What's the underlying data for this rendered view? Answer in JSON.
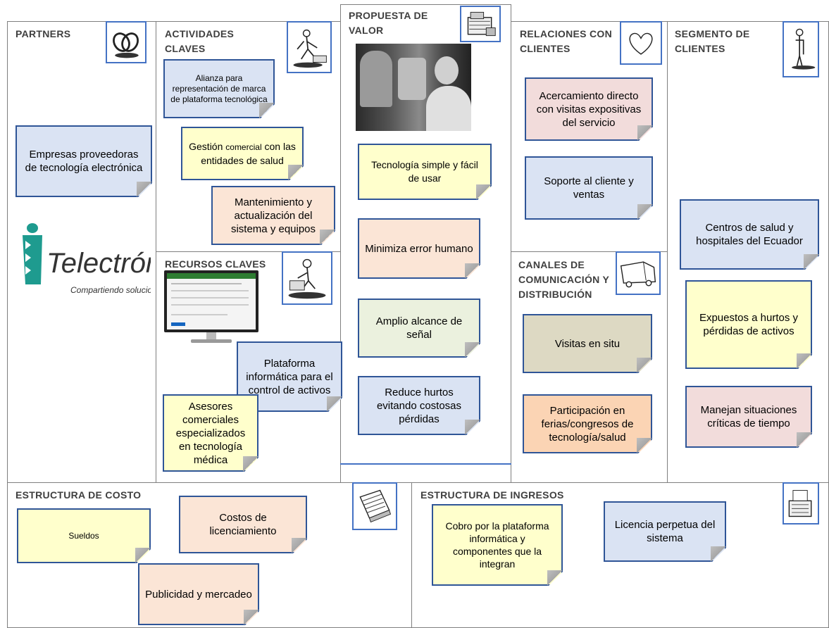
{
  "sections": {
    "partners": "PARTNERS",
    "actividades": [
      "ACTIVIDADES",
      "CLAVES"
    ],
    "propuesta": [
      "PROPUESTA DE",
      "VALOR"
    ],
    "relaciones": [
      "RELACIONES CON",
      "CLIENTES"
    ],
    "segmento": [
      "SEGMENTO DE",
      "CLIENTES"
    ],
    "recursos": "RECURSOS CLAVES",
    "canales": [
      "CANALES DE",
      "COMUNICACIÓN Y",
      "DISTRIBUCIÓN"
    ],
    "costo": "ESTRUCTURA DE COSTO",
    "ingresos": "ESTRUCTURA DE INGRESOS"
  },
  "notes": {
    "partners_1": "Empresas proveedoras de tecnología electrónica",
    "actividades_1": "Alianza para representación de marca de plataforma tecnológica",
    "actividades_2a": "Gestión ",
    "actividades_2b": "comercial",
    "actividades_2c": " con las entidades de salud",
    "actividades_3": "Mantenimiento y actualización del sistema y equipos",
    "recursos_1": "Plataforma informática para el control de activos",
    "recursos_2": "Asesores comerciales especializados en tecnología médica",
    "propuesta_1": "Tecnología simple y fácil de usar",
    "propuesta_2": "Minimiza error humano",
    "propuesta_3": "Amplio alcance de señal",
    "propuesta_4": "Reduce hurtos evitando costosas pérdidas",
    "relaciones_1": "Acercamiento directo con visitas expositivas del servicio",
    "relaciones_2": "Soporte al cliente y ventas",
    "canales_1": "Visitas en situ",
    "canales_2": "Participación en ferias/congresos de tecnología/salud",
    "segmento_1": "Centros de salud y hospitales del Ecuador",
    "segmento_2": "Expuestos a hurtos y pérdidas de activos",
    "segmento_3": "Manejan situaciones críticas de tiempo",
    "costo_1": "Sueldos",
    "costo_2": "Costos de licenciamiento",
    "costo_3": "Publicidad y mercadeo",
    "ingresos_1": "Cobro por la plataforma informática y componentes que la integran",
    "ingresos_2": "Licencia perpetua del sistema"
  },
  "logo": {
    "name": "Telectrónica",
    "tagline": "Compartiendo soluciones."
  },
  "icons": [
    "chain-links-icon",
    "worker-icon",
    "gift-register-icon",
    "heart-icon",
    "person-icon",
    "worker-cart-icon",
    "truck-icon",
    "papers-icon",
    "cash-register-icon"
  ],
  "colors": {
    "note_border": "#2f5597",
    "icon_border": "#4472c4",
    "blue": "#dae3f3",
    "yellow": "#ffffcc",
    "peach": "#fbe5d6",
    "pink": "#f2dcdb"
  }
}
